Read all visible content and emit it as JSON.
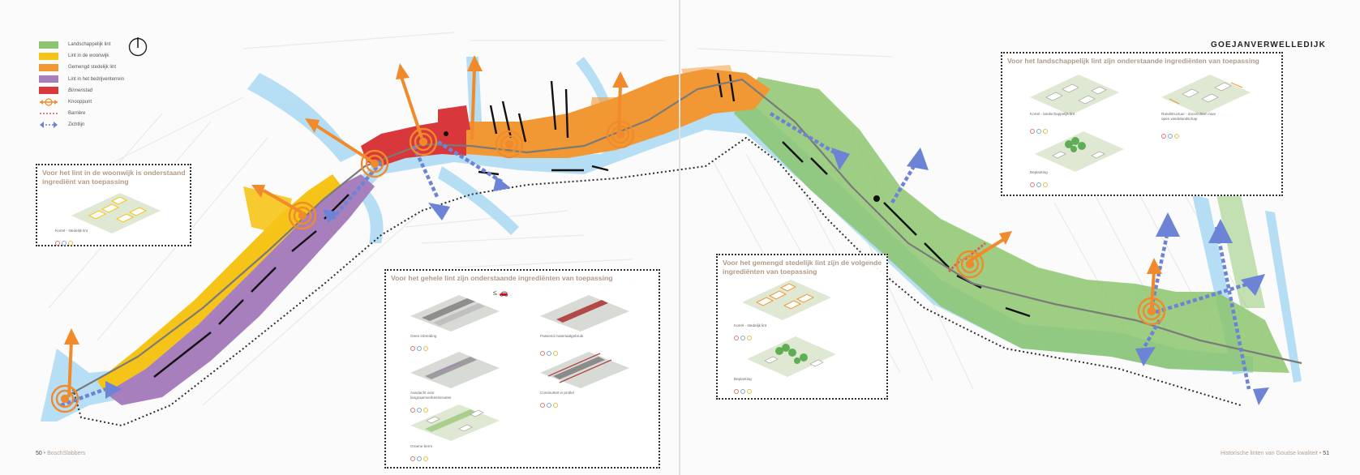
{
  "legend": [
    {
      "label": "Landschappelijk lint",
      "color": "#8cc56d",
      "kind": "swatch"
    },
    {
      "label": "Lint in de woonwijk",
      "color": "#f6c419",
      "kind": "swatch"
    },
    {
      "label": "Gemengd stedelijk lint",
      "color": "#f19834",
      "kind": "swatch"
    },
    {
      "label": "Lint in het bedrijventerrein",
      "color": "#a87fbd",
      "kind": "swatch"
    },
    {
      "label": "Binnenstad",
      "color": "#d8383b",
      "kind": "swatch"
    },
    {
      "label": "Knooppunt",
      "color": "#f08a2a",
      "kind": "node"
    },
    {
      "label": "Barrière",
      "color": "#e05b5b",
      "kind": "barrier"
    },
    {
      "label": "Zichtlijn",
      "color": "#6d83d6",
      "kind": "sightline"
    }
  ],
  "heading": "GOEJANVERWELLEDIJK",
  "boxes": {
    "woonwijk": {
      "title": "Voor het lint in de woonwijk is onderstaand ingrediënt van toepassing",
      "items": [
        {
          "caption": "Korrel - stedelijk lint"
        }
      ]
    },
    "gehele": {
      "title": "Voor het gehele lint zijn onderstaande ingrediënten van toepassing",
      "symbol": "≤ 🚗",
      "items": [
        {
          "caption": "Geen inbreiding"
        },
        {
          "caption": "Passend materiaalgebruik"
        },
        {
          "caption": "Aandacht voor langzaamverkeersroutes"
        },
        {
          "caption": "Continuïteit in profiel"
        },
        {
          "caption": "Groene berm"
        }
      ]
    },
    "gemengd": {
      "title": "Voor het gemengd stedelijk lint zijn de volgende ingrediënten van toepassing",
      "items": [
        {
          "caption": "Korrel - stedelijk lint"
        },
        {
          "caption": "Beplanting"
        }
      ]
    },
    "landschap": {
      "title": "Voor het landschappelijk lint zijn onderstaande ingrediënten van toepassing",
      "items": [
        {
          "caption": "Korrel - landschappelijk lint"
        },
        {
          "caption": "Randstructuur - doorzichten naar open weidelandschap"
        },
        {
          "caption": "Beplanting"
        }
      ]
    }
  },
  "footer": {
    "left_num": "50",
    "left_text": "BoschSlabbers",
    "right_text": "Historische linten van Goudse  kwaliteit",
    "right_num": "51"
  },
  "colors": {
    "water": "#a9d8f2",
    "landscape": "#8cc56d",
    "residential": "#f6c419",
    "mixed": "#f19834",
    "industrial": "#a87fbd",
    "citycenter": "#d8383b",
    "node": "#f08a2a",
    "sightline": "#6d83d6"
  }
}
